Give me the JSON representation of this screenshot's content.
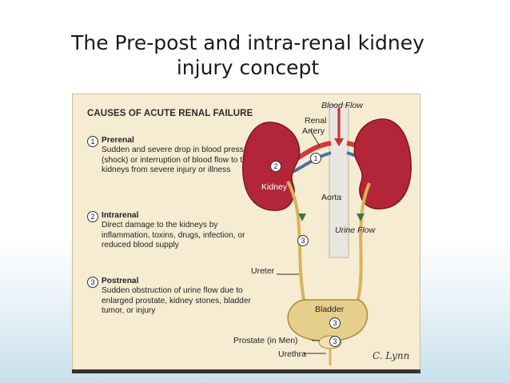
{
  "slide": {
    "title_line1": "The Pre-post and intra-renal kidney",
    "title_line2": "injury concept"
  },
  "figure": {
    "heading": "CAUSES OF ACUTE RENAL FAILURE",
    "causes": [
      {
        "number": "1",
        "title": "Prerenal",
        "description": "Sudden and severe drop in blood pressure (shock) or interruption of blood flow to the kidneys from severe injury or illness"
      },
      {
        "number": "2",
        "title": "Intrarenal",
        "description": "Direct damage to the kidneys by inflammation, toxins, drugs, infection, or reduced blood supply"
      },
      {
        "number": "3",
        "title": "Postrenal",
        "description": "Sudden obstruction of urine flow due to enlarged prostate, kidney stones, bladder tumor, or injury"
      }
    ],
    "labels": {
      "blood_flow": "Blood Flow",
      "renal": "Renal",
      "artery": "Artery",
      "kidney": "Kidney",
      "aorta": "Aorta",
      "urine_flow": "Urine Flow",
      "ureter": "Ureter",
      "bladder": "Bladder",
      "prostate": "Prostate (in Men)",
      "urethra": "Urethra",
      "signature": "C. Lynn"
    },
    "markers": {
      "artery": "1",
      "kidney": "2",
      "ureter": "3",
      "bladder": "3",
      "prostate": "3"
    },
    "colors": {
      "kidney": "#b3263a",
      "artery": "#d23a3a",
      "aorta": "#e8e6e0",
      "ureter": "#d9b35a",
      "bladder": "#e6cf8a",
      "panel": "#f6ecd2"
    }
  }
}
